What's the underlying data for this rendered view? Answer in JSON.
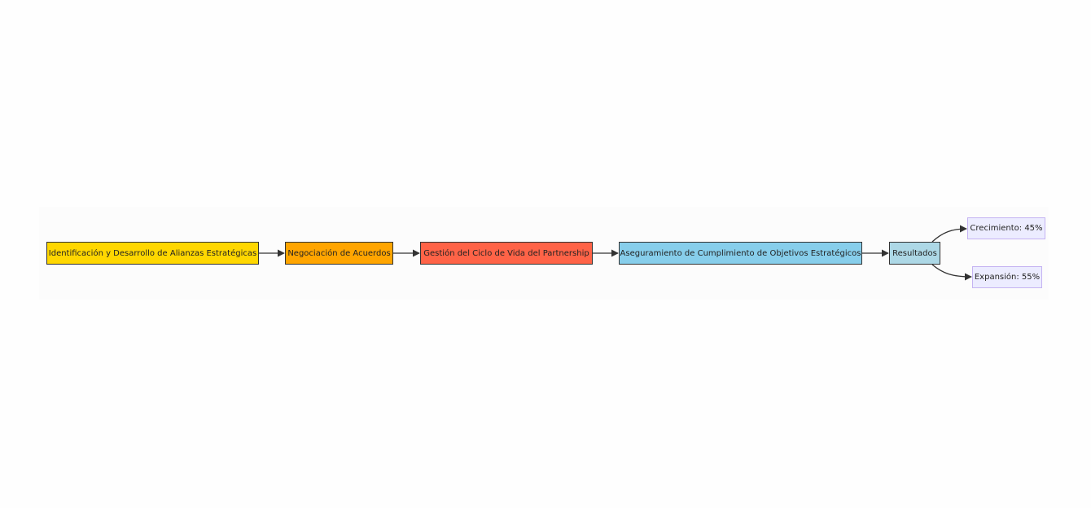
{
  "diagram": {
    "nodes": [
      {
        "id": "n1",
        "label": "Identificación y Desarrollo de Alianzas Estratégicas",
        "fill": "#ffd700"
      },
      {
        "id": "n2",
        "label": "Negociación de Acuerdos",
        "fill": "#ffa500"
      },
      {
        "id": "n3",
        "label": "Gestión del Ciclo de Vida del Partnership",
        "fill": "#ff6347"
      },
      {
        "id": "n4",
        "label": "Aseguramiento de Cumplimiento de Objetivos Estratégicos",
        "fill": "#87ceeb"
      },
      {
        "id": "n5",
        "label": "Resultados",
        "fill": "#add8e6"
      },
      {
        "id": "n6",
        "label": "Crecimiento: 45%",
        "fill": "#ececff"
      },
      {
        "id": "n7",
        "label": "Expansión: 55%",
        "fill": "#ececff"
      }
    ],
    "edges": [
      {
        "from": "n1",
        "to": "n2"
      },
      {
        "from": "n2",
        "to": "n3"
      },
      {
        "from": "n3",
        "to": "n4"
      },
      {
        "from": "n4",
        "to": "n5"
      },
      {
        "from": "n5",
        "to": "n6"
      },
      {
        "from": "n5",
        "to": "n7"
      }
    ]
  }
}
